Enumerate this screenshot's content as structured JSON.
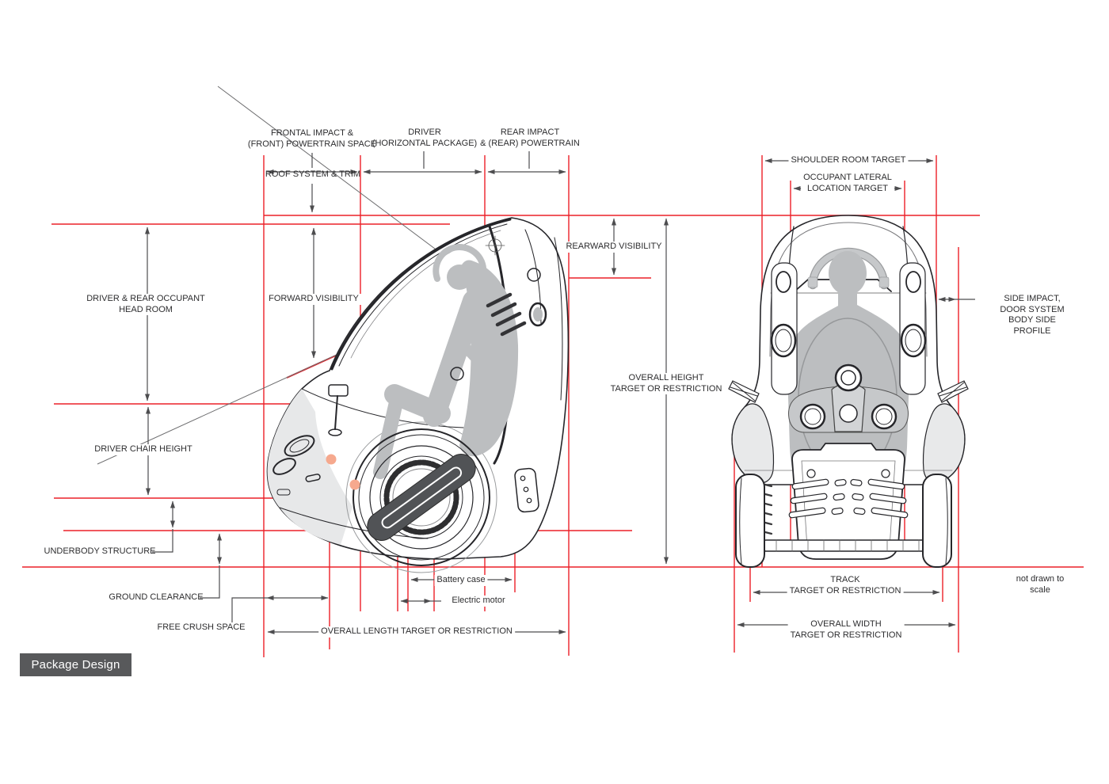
{
  "tag": {
    "label": "Package Design"
  },
  "footnote": "not drawn to scale",
  "colors": {
    "construction_red": "#ec2028",
    "dimension_gray": "#4d4d4f",
    "text": "#2d2d2f",
    "tag_background": "#58595b",
    "tag_text": "#ffffff",
    "figure_fill": "#bcbec0"
  },
  "side_view_labels": {
    "frontal_impact": "FRONTAL IMPACT &\n(FRONT) POWERTRAIN SPACE",
    "driver_package": "DRIVER\n(HORIZONTAL PACKAGE)",
    "rear_impact": "REAR IMPACT\n& (REAR) POWERTRAIN",
    "roof_system": "ROOF SYSTEM & TRIM",
    "head_room": "DRIVER & REAR OCCUPANT\nHEAD ROOM",
    "forward_visibility": "FORWARD VISIBILITY",
    "rearward_visibility": "REARWARD VISIBILITY",
    "overall_height": "OVERALL HEIGHT\nTARGET OR RESTRICTION",
    "driver_chair_height": "DRIVER CHAIR HEIGHT",
    "underbody_structure": "UNDERBODY STRUCTURE",
    "ground_clearance": "GROUND CLEARANCE",
    "free_crush_space": "FREE CRUSH SPACE",
    "overall_length": "OVERALL LENGTH TARGET OR RESTRICTION",
    "battery_case": "Battery case",
    "electric_motor": "Electric motor"
  },
  "rear_view_labels": {
    "shoulder_room": "SHOULDER ROOM TARGET",
    "occupant_lateral": "OCCUPANT LATERAL\nLOCATION TARGET",
    "side_impact": "SIDE IMPACT, DOOR SYSTEM\nBODY SIDE PROFILE",
    "track": "TRACK\nTARGET OR RESTRICTION",
    "overall_width": "OVERALL WIDTH\nTARGET OR RESTRICTION"
  }
}
